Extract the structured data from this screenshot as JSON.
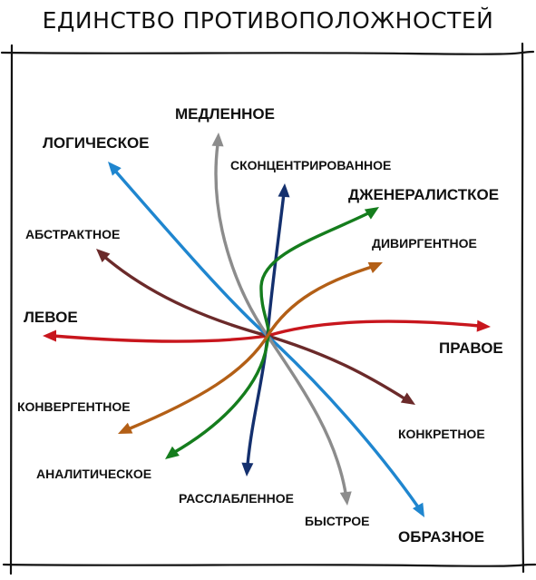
{
  "title": "ЕДИНСТВО ПРОТИВОПОЛОЖНОСТЕЙ",
  "labels": {
    "medlennoe": "МЕДЛЕННОЕ",
    "logicheskoe": "ЛОГИЧЕСКОЕ",
    "skoncentrirovannoe": "СКОНЦЕНТРИРОВАННОЕ",
    "dzheneralistskoe": "ДЖЕНЕРАЛИСТКОЕ",
    "abstraktnoe": "АБСТРАКТНОЕ",
    "divergentnoe": "ДИВИРГЕНТНОЕ",
    "levoe": "ЛЕВОЕ",
    "pravoe": "ПРАВОЕ",
    "konvergentnoe": "КОНВЕРГЕНТНОЕ",
    "konkretnoe": "КОНКРЕТНОЕ",
    "analiticheskoe": "АНАЛИТИЧЕСКОЕ",
    "rasslablennoe": "РАССЛАБЛЕННОЕ",
    "bystroe": "БЫСТРОЕ",
    "obraznoe": "ОБРАЗНОЕ"
  },
  "colors": {
    "left_right": "#c8161d",
    "slow_fast": "#8c8c8c",
    "logical_figurative": "#1f86cf",
    "focused_relaxed": "#14306e",
    "generalist_analytical": "#157d1d",
    "divergent_convergent": "#b35f16",
    "abstract_concrete": "#6b2a2a"
  }
}
